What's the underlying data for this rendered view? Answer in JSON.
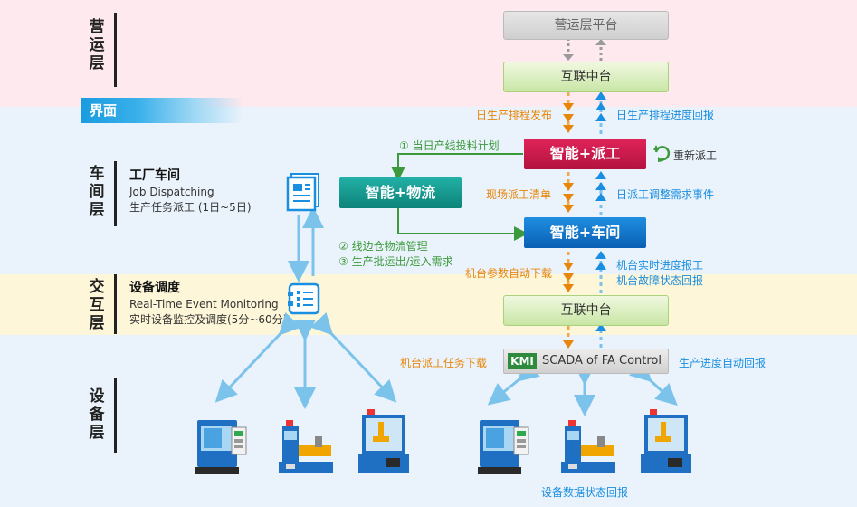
{
  "layers": {
    "ops": "营运层",
    "interface": "界面",
    "shop": "车间层",
    "interaction": "交互层",
    "device": "设备层"
  },
  "shop_desc": {
    "title": "工厂车间",
    "en": "Job Dispatching",
    "cn": "生产任务派工 (1日~5日)"
  },
  "inter_desc": {
    "title": "设备调度",
    "en": "Real-Time Event Monitoring",
    "cn": "实时设备监控及调度(5分~60分)"
  },
  "boxes": {
    "ops_platform": "营运层平台",
    "hub_top": "互联中台",
    "dispatch": "智能+派工",
    "logistics": "智能+物流",
    "workshop": "智能+车间",
    "hub_bottom": "互联中台",
    "kmi_badge": "KMI",
    "scada": "SCADA of FA Control"
  },
  "labels": {
    "schedule_publish": "日生产排程发布",
    "schedule_report": "日生产排程进度回报",
    "redispatch": "重新派工",
    "plan1": "① 当日产线投料计划",
    "dispatch_list": "现场派工清单",
    "adjust_events": "日派工调整需求事件",
    "plan2": "② 线边仓物流管理",
    "plan3": "③ 生产批运出/运入需求",
    "param_download": "机台参数自动下载",
    "progress_report": "机台实时进度报工",
    "fault_report": "机台故障状态回报",
    "task_download": "机台派工任务下载",
    "auto_report": "生产进度自动回报",
    "device_report": "设备数据状态回报"
  },
  "colors": {
    "red_box": "#c8184a",
    "blue_box": "#0f6fc6",
    "teal_box": "#14998f",
    "orange_text": "#e8860a",
    "blue_text": "#1a8ee0",
    "green_text": "#3c9a3c"
  }
}
